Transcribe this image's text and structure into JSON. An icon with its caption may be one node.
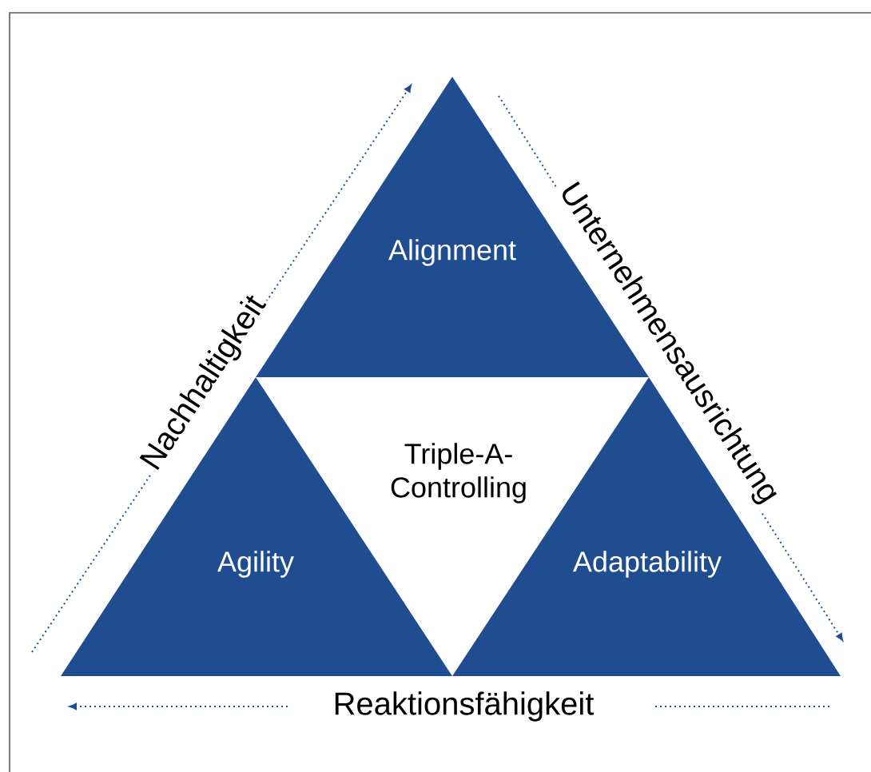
{
  "diagram": {
    "nodes": [
      {
        "text": [
          "Alignment"
        ]
      },
      {
        "text": [
          "Agility"
        ]
      },
      {
        "text": [
          "Triple-A-Controlling"
        ]
      },
      {
        "text": [
          "Adaptability"
        ]
      }
    ],
    "labels": [
      "Nachhaltigkeit",
      "Unternehmensausrichtung",
      "Reaktionsfähigkeit"
    ]
  }
}
